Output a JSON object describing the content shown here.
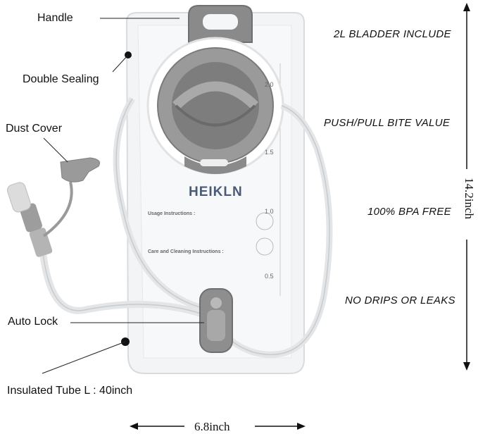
{
  "labels": {
    "handle": "Handle",
    "double_sealing": "Double Sealing",
    "dust_cover": "Dust Cover",
    "auto_lock": "Auto Lock",
    "insulated_tube": "Insulated Tube L : 40inch"
  },
  "features": {
    "f1": "2L BLADDER INCLUDE",
    "f2": "PUSH/PULL BITE VALUE",
    "f3": "100% BPA FREE",
    "f4": "NO DRIPS OR LEAKS"
  },
  "brand": "HEIKLN",
  "dimensions": {
    "height": "14.2inch",
    "width": "6.8inch"
  },
  "bag_text": {
    "usage_title": "Usage Instructions :",
    "care_title": "Care and Cleaning Instructions :",
    "scale": [
      "2.0",
      "1.5",
      "1.0",
      "0.5"
    ]
  },
  "colors": {
    "accent_gray": "#7d7d7d",
    "text": "#111111"
  }
}
